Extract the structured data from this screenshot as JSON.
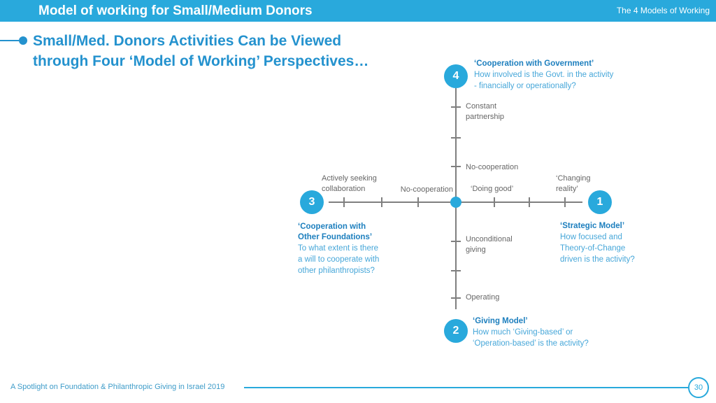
{
  "header": {
    "title": "Model of working for Small/Medium Donors",
    "right_label": "The 4 Models of Working"
  },
  "slide_title": {
    "lines": [
      "Small/Med. Donors Activities Can be Viewed",
      "through Four ‘Model of Working’ Perspectives…"
    ]
  },
  "diagram": {
    "axis_labels": {
      "constant_partnership": [
        "Constant",
        "partnership"
      ],
      "no_cooperation_vertical": "No-cooperation",
      "no_cooperation_horizontal": "No-cooperation",
      "doing_good": "‘Doing good’",
      "changing_reality": [
        "‘Changing",
        "reality’"
      ],
      "actively_seeking_collaboration": [
        "Actively seeking",
        "collaboration"
      ],
      "unconditional_giving": [
        "Unconditional",
        "giving"
      ],
      "operating": "Operating"
    },
    "models": {
      "m1": {
        "number": "1",
        "title": "‘Strategic Model’",
        "desc_lines": [
          "How focused and",
          "Theory-of-Change",
          "driven is the activity?"
        ]
      },
      "m2": {
        "number": "2",
        "title": "‘Giving Model’",
        "desc_lines": [
          "How much ‘Giving-based’ or",
          "‘Operation-based’ is the activity?"
        ]
      },
      "m3": {
        "number": "3",
        "title_lines": [
          "‘Cooperation with",
          "Other Foundations’"
        ],
        "desc_lines": [
          "To what extent is there",
          "a will to cooperate with",
          "other philanthropists?"
        ]
      },
      "m4": {
        "number": "4",
        "title": "‘Cooperation with Government’",
        "desc_lines": [
          "How involved is the Govt. in the activity",
          "- financially or operationally?"
        ]
      }
    }
  },
  "footer": {
    "text": "A Spotlight on Foundation & Philanthropic Giving in Israel 2019",
    "page_number": "30"
  },
  "colors": {
    "accent": "#29a9dc",
    "slide_title": "#2492ce",
    "model_title": "#1d7fbe",
    "model_desc": "#47a7d9",
    "axis_line": "#7f7f7f",
    "axis_label": "#666666",
    "footer_text": "#3e9cc9"
  }
}
